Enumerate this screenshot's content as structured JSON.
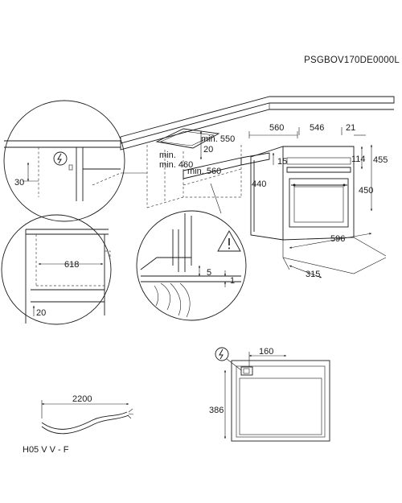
{
  "model_code": "PSGBOV170DE0000L",
  "cable": {
    "length": "2200",
    "type": "H05 V V - F"
  },
  "dimensions": {
    "oven_width": "560",
    "oven_depth_a": "546",
    "oven_depth_b": "21",
    "oven_height_total": "455",
    "oven_height_front": "450",
    "oven_height_body": "440",
    "panel_offset": "114",
    "top_offset": "15",
    "bottom_width": "596",
    "bottom_depth": "315",
    "niche_min_height": "min. 550",
    "niche_gap": "20",
    "niche_min_width": "min. 560",
    "niche_min_depth": "min. 460",
    "socket_height": "30",
    "cabinet_width": "618",
    "cabinet_gap": "20",
    "detail_gap_5": "5",
    "detail_gap_1": "1",
    "rear_width": "160",
    "rear_height": "386"
  },
  "icons": {
    "socket": "socket-warning-icon",
    "warning": "warning-triangle-icon"
  }
}
